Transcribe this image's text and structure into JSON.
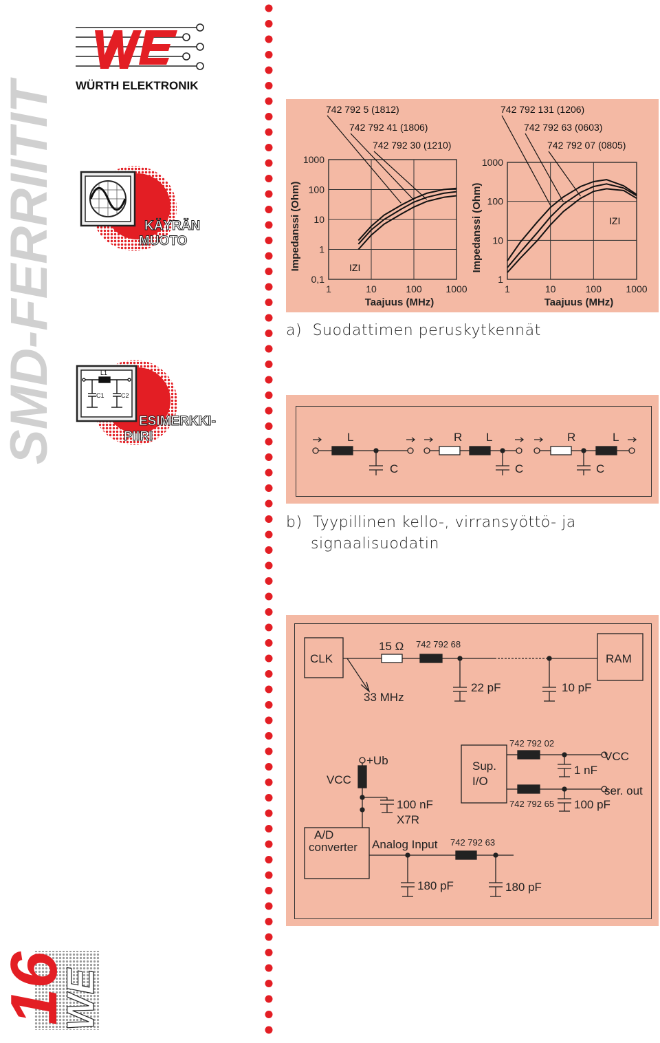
{
  "side_title": "SMD-FERRIITIT",
  "page_number": "16",
  "logo": {
    "brand": "WÜRTH ELEKTRONIK",
    "mark": "WE",
    "colors": {
      "red": "#e31e24",
      "dark": "#111111"
    }
  },
  "badges": [
    {
      "label_line1": "KÄYRÄN",
      "label_line2": "MUOTO",
      "icon": "sine-wave-scope-icon"
    },
    {
      "label_line1": "ESIMERKKI-",
      "label_line2": "PIIRI",
      "icon": "circuit-schematic-icon",
      "component_labels": [
        "L1",
        "C1",
        "C2"
      ]
    }
  ],
  "colors": {
    "panel": "#f4b9a4",
    "accent_red": "#e31e24",
    "line": "#222222"
  },
  "chart_data": [
    {
      "type": "line",
      "title": "",
      "xlabel": "Taajuus (MHz)",
      "ylabel": "Impedanssi (Ohm)",
      "x_scale": "log",
      "y_scale": "log",
      "xlim": [
        1,
        1000
      ],
      "ylim": [
        0.1,
        1000
      ],
      "x_ticks": [
        "1",
        "10",
        "100",
        "1000"
      ],
      "y_ticks": [
        "0,1",
        "1",
        "10",
        "100",
        "1000"
      ],
      "grid": true,
      "annotation": "IZI",
      "series": [
        {
          "name": "742 792 5 (1812)",
          "x": [
            5,
            10,
            20,
            50,
            100,
            200,
            500,
            1000
          ],
          "y": [
            2,
            6,
            14,
            30,
            50,
            75,
            100,
            110
          ]
        },
        {
          "name": "742 792 41 (1806)",
          "x": [
            5,
            10,
            20,
            50,
            100,
            200,
            500,
            1000
          ],
          "y": [
            1.5,
            4.5,
            10,
            22,
            38,
            55,
            75,
            85
          ]
        },
        {
          "name": "742 792 30 (1210)",
          "x": [
            5,
            10,
            20,
            50,
            100,
            200,
            500,
            1000
          ],
          "y": [
            1,
            3,
            7,
            15,
            26,
            40,
            55,
            62
          ]
        }
      ]
    },
    {
      "type": "line",
      "title": "",
      "xlabel": "Taajuus (MHz)",
      "ylabel": "Impedanssi (Ohm)",
      "x_scale": "log",
      "y_scale": "log",
      "xlim": [
        1,
        1000
      ],
      "ylim": [
        1,
        1000
      ],
      "x_ticks": [
        "1",
        "10",
        "100",
        "1000"
      ],
      "y_ticks": [
        "1",
        "10",
        "100",
        "1000"
      ],
      "grid": true,
      "annotation": "IZI",
      "series": [
        {
          "name": "742 792 131 (1206)",
          "x": [
            1,
            2,
            5,
            10,
            20,
            50,
            100,
            200,
            500,
            1000
          ],
          "y": [
            3,
            9,
            30,
            70,
            130,
            240,
            320,
            360,
            250,
            150
          ]
        },
        {
          "name": "742 792 63 (0603)",
          "x": [
            1,
            2,
            5,
            10,
            20,
            50,
            100,
            200,
            500,
            1000
          ],
          "y": [
            2,
            5,
            16,
            40,
            85,
            170,
            240,
            280,
            220,
            140
          ]
        },
        {
          "name": "742 792 07 (0805)",
          "x": [
            1,
            2,
            5,
            10,
            20,
            50,
            100,
            200,
            500,
            1000
          ],
          "y": [
            1.5,
            3.5,
            10,
            25,
            55,
            120,
            180,
            210,
            190,
            120
          ]
        }
      ]
    }
  ],
  "caption_a": {
    "marker": "a)",
    "text": "Suodattimen peruskytkennät"
  },
  "filter_circuit": {
    "labels_top": [
      "L",
      "R",
      "L",
      "R",
      "L"
    ],
    "labels_bottom": [
      "C",
      "C",
      "C"
    ]
  },
  "caption_b": {
    "marker": "b)",
    "line1": "Tyypillinen kello-, virransyöttö- ja",
    "line2": "signaalisuodatin"
  },
  "example_circuit": {
    "clk": "CLK",
    "ram": "RAM",
    "resistor": "15 Ω",
    "ferrite_clk": "742 792 68",
    "freq": "33 MHz",
    "cap_22": "22 pF",
    "cap_10": "10 pF",
    "vcc_left": "VCC",
    "ub": "+Ub",
    "cap_100n": "100 nF",
    "x7r": "X7R",
    "adc_line1": "A/D",
    "adc_line2": "converter",
    "analog_input": "Analog Input",
    "ferrite_analog": "742 792 63",
    "cap_180a": "180 pF",
    "cap_180b": "180 pF",
    "sup_line1": "Sup.",
    "sup_line2": "I/O",
    "ferrite_02": "742 792 02",
    "vcc_right": "VCC",
    "cap_1n": "1 nF",
    "ser_out": "ser. out",
    "ferrite_65": "742 792 65",
    "cap_100p": "100 pF"
  }
}
